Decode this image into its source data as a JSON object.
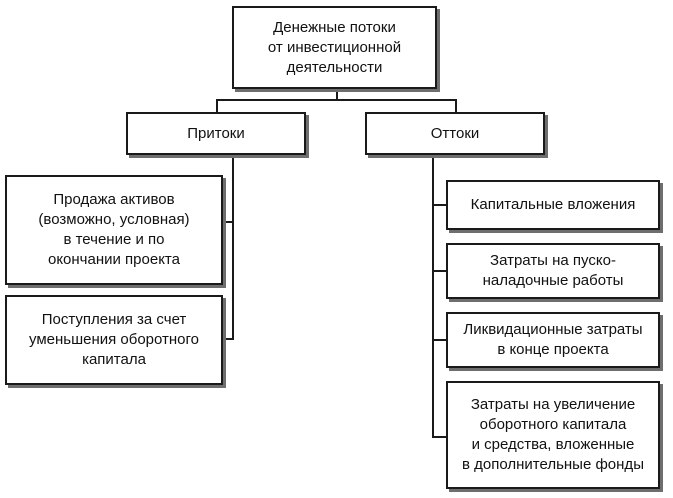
{
  "root": {
    "label": "Денежные потоки\nот инвестиционной\nдеятельности"
  },
  "inflows": {
    "label": "Притоки",
    "items": [
      "Продажа активов\n(возможно, условная)\nв течение и по\nокончании проекта",
      "Поступления за счет\nуменьшения оборотного\nкапитала"
    ]
  },
  "outflows": {
    "label": "Оттоки",
    "items": [
      "Капитальные вложения",
      "Затраты на пуско-\nналадочные работы",
      "Ликвидационные затраты\nв конце проекта",
      "Затраты на увеличение\nоборотного капитала\nи средства, вложенные\nв дополнительные фонды"
    ]
  }
}
